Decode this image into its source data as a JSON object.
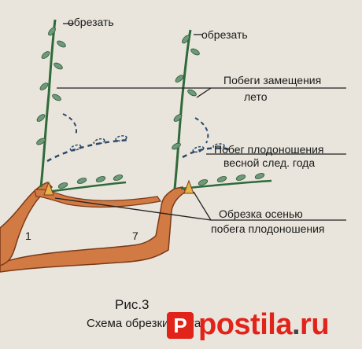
{
  "labels": {
    "cut_left": "обрезать",
    "cut_right": "обрезать",
    "replacement_line1": "Побеги замещения",
    "replacement_line2": "лето",
    "fruiting_line1": "Побег плодоношения",
    "fruiting_line2": "весной след. года",
    "autumn_line1": "Обрезка осенью",
    "autumn_line2": "побега плодоношения",
    "cane_1": "1",
    "cane_7": "7"
  },
  "caption": {
    "figure": "Рис.3",
    "title": "Схема обрезки куста"
  },
  "watermark": {
    "logo_letter": "P",
    "text_main": "postila",
    "text_dot": ".",
    "text_tld": "ru"
  },
  "colors": {
    "background": "#e9e5dc",
    "trunk": "#d27a44",
    "trunk_outline": "#7a3a18",
    "shoot": "#2f6a3a",
    "leaf": "#6f9a7a",
    "dashed_shoot": "#2d4a6a",
    "bud": "#e8b24a",
    "leader_line": "#222222",
    "watermark": "#e2231a"
  }
}
